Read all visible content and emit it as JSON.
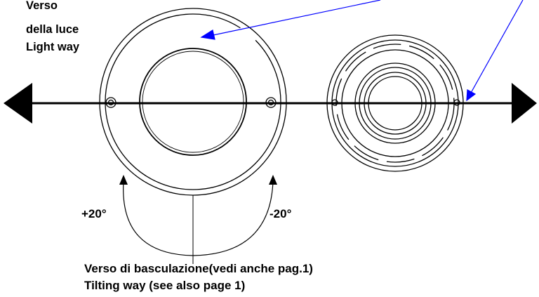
{
  "labels": {
    "light_it": "Verso",
    "light_it_2": "della luce",
    "light_en": "Light way",
    "angle_plus": "+20°",
    "angle_minus": "-20°",
    "tilt_it": "Verso di basculazione(vedi anche pag.1)",
    "tilt_en": "Tilting way (see also page 1)"
  },
  "colors": {
    "line": "#000000",
    "leader": "#0000ff",
    "background": "#ffffff"
  }
}
